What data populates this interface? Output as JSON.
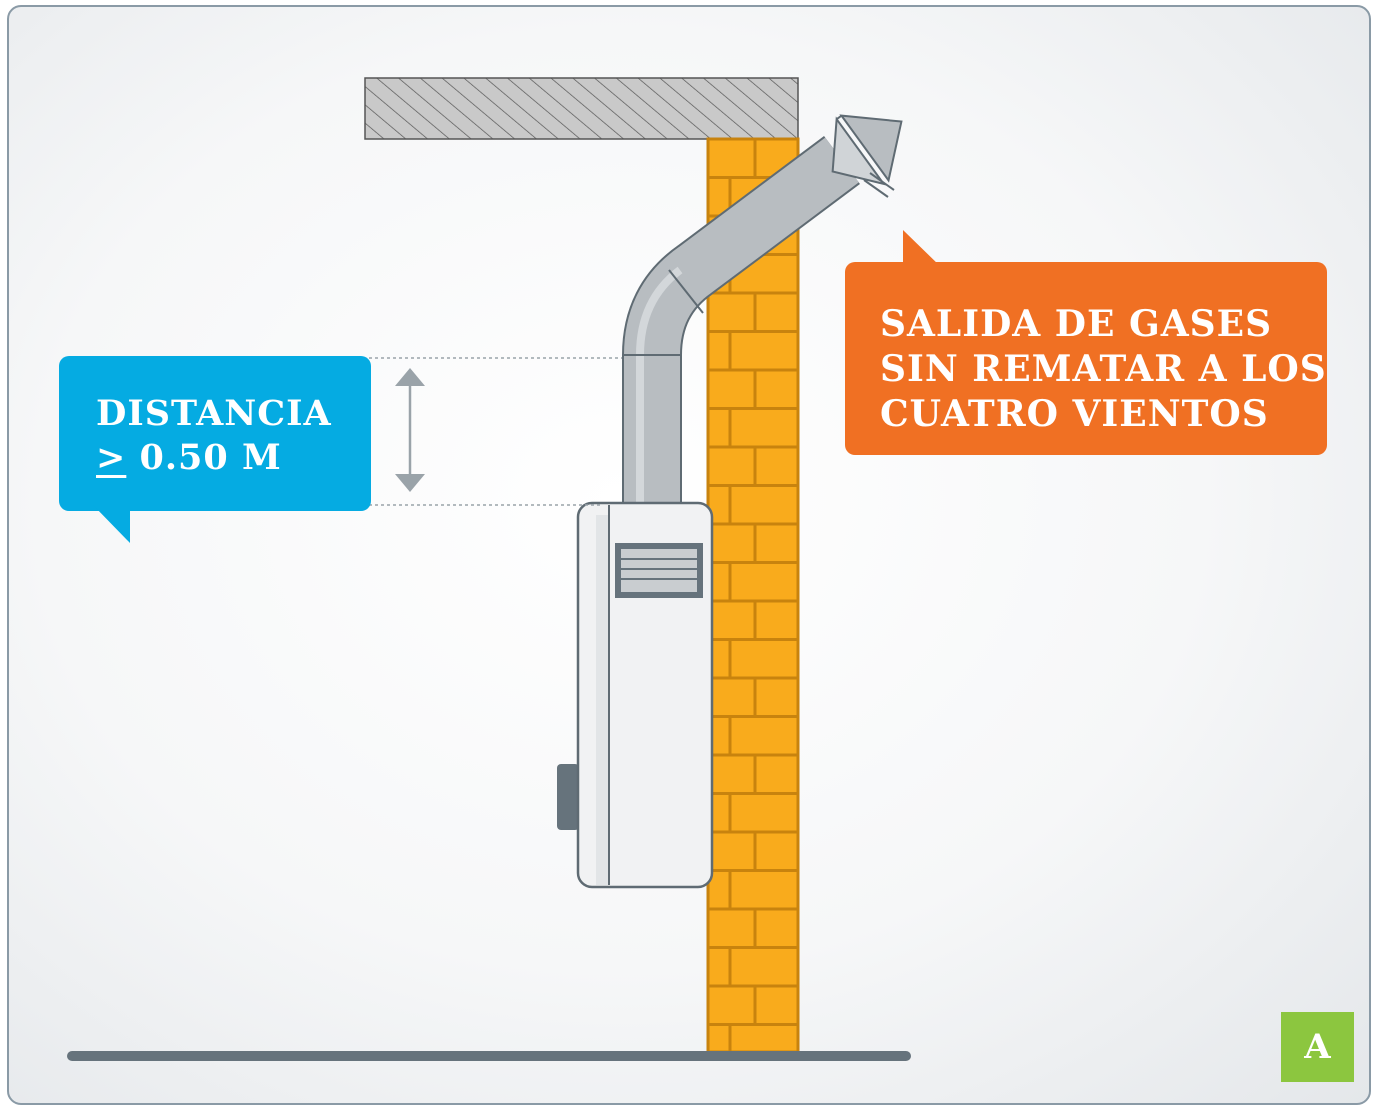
{
  "callout_distance": {
    "line1": "DISTANCIA",
    "symbol": ">",
    "line2": " 0.50 M",
    "color": "#05abe2"
  },
  "callout_gases": {
    "line1": "SALIDA DE GASES",
    "line2": "SIN REMATAR A LOS",
    "line3": "CUATRO VIENTOS",
    "color": "#f07023"
  },
  "badge": {
    "label": "A",
    "color": "#8cc63f"
  },
  "colors": {
    "brick": "#f9ab1c",
    "mortar": "#c8830e",
    "pipe": "#b8bdc1",
    "heater": "#f1f2f3",
    "floor": "#66737c"
  }
}
